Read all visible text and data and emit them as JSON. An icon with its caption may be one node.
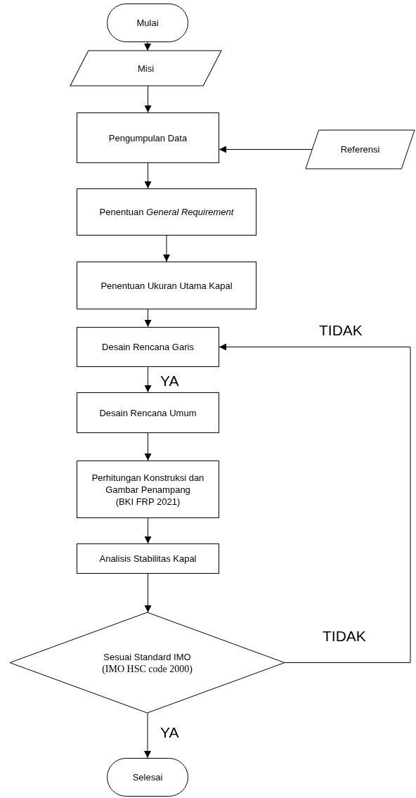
{
  "diagram": {
    "nodes": [
      {
        "text": [
          "Mulai"
        ]
      },
      {
        "text": [
          "Misi"
        ]
      },
      {
        "text": [
          "Pengumpulan Data"
        ]
      },
      {
        "text": [
          "Referensi"
        ]
      },
      {
        "text": [
          "Penentuan *General Requirement*"
        ]
      },
      {
        "text": [
          "Penentuan Ukuran Utama Kapal"
        ]
      },
      {
        "text": [
          "Desain Rencana Garis"
        ]
      },
      {
        "text": [
          "Desain Rencana Umum"
        ]
      },
      {
        "text": [
          "Perhitungan Konstruksi dan Gambar Penampang",
          "(BKI FRP 2021)"
        ]
      },
      {
        "text": [
          "Analisis Stabilitas Kapal"
        ]
      },
      {
        "text": [
          "Sesuai Standard IMO",
          "(IMO HSC code 2000)"
        ]
      },
      {
        "text": [
          "Selesai"
        ]
      }
    ],
    "edges": [
      {
        "from": 0,
        "to": 1,
        "arrow": "to"
      },
      {
        "from": 1,
        "to": 2,
        "arrow": "to"
      },
      {
        "from": 3,
        "to": 2,
        "arrow": "to"
      },
      {
        "from": 2,
        "to": 4,
        "arrow": "to"
      },
      {
        "from": 4,
        "to": 5,
        "arrow": "to"
      },
      {
        "from": 5,
        "to": 6,
        "arrow": "to"
      },
      {
        "from": 6,
        "to": 7,
        "arrow": "to",
        "label": "YA"
      },
      {
        "from": 7,
        "to": 8,
        "arrow": "to"
      },
      {
        "from": 8,
        "to": 9,
        "arrow": "to"
      },
      {
        "from": 9,
        "to": 10,
        "arrow": "to"
      },
      {
        "from": 10,
        "to": 6,
        "arrow": "to",
        "label": "TIDAK"
      },
      {
        "from": 10,
        "to": 11,
        "arrow": "to",
        "label": "YA"
      }
    ],
    "labels": [
      "TIDAK"
    ]
  }
}
